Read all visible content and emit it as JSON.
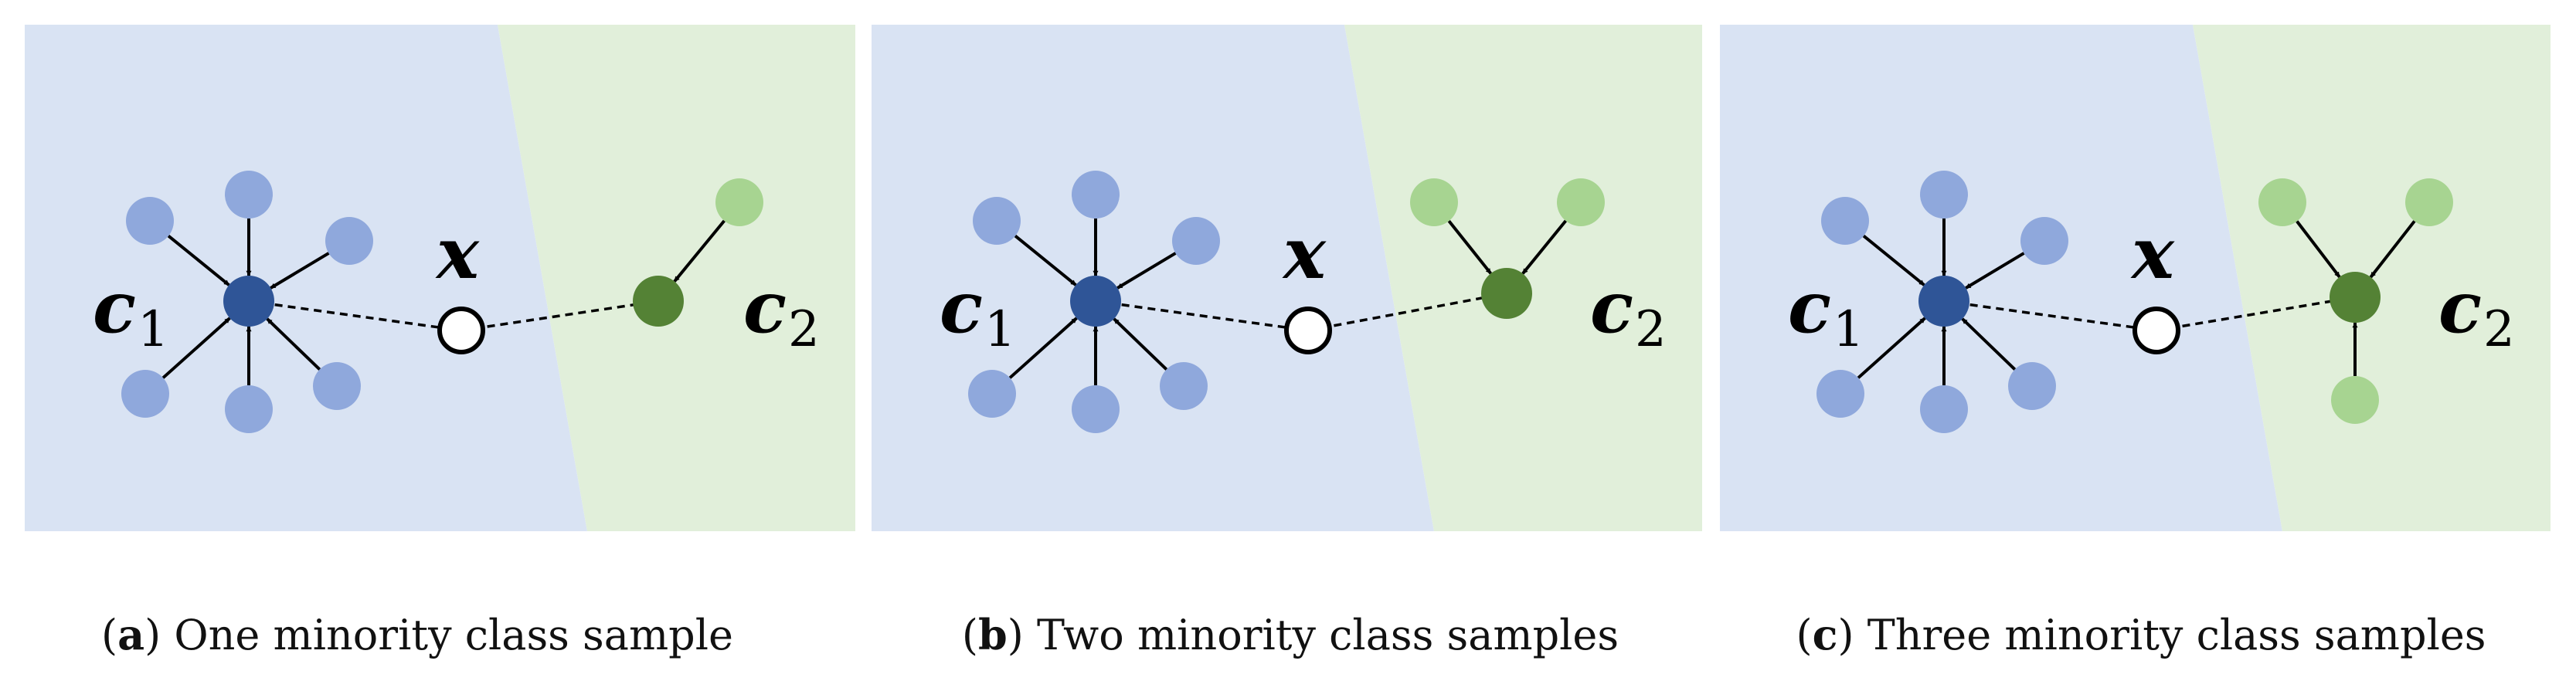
{
  "colors": {
    "region_majority": "#d9e3f3",
    "region_minority": "#e1efda",
    "majority_sample": "#8fa8dc",
    "majority_center": "#2f5597",
    "minority_sample": "#a7d491",
    "minority_center": "#548235",
    "query_point_fill": "#ffffff",
    "arrow": "#000000"
  },
  "icons": {
    "arrow": "arrow-right",
    "query_point": "hollow-circle"
  },
  "panels": [
    {
      "id": "a",
      "label_letter": "a",
      "caption": "One minority class sample",
      "center1_label": "c",
      "center1_sub": "1",
      "center2_label": "c",
      "center2_sub": "2",
      "query_label": "x",
      "minority_samples": 1
    },
    {
      "id": "b",
      "label_letter": "b",
      "caption": "Two minority class samples",
      "center1_label": "c",
      "center1_sub": "1",
      "center2_label": "c",
      "center2_sub": "2",
      "query_label": "x",
      "minority_samples": 2
    },
    {
      "id": "c",
      "label_letter": "c",
      "caption": "Three minority class samples",
      "center1_label": "c",
      "center1_sub": "1",
      "center2_label": "c",
      "center2_sub": "2",
      "query_label": "x",
      "minority_samples": 3
    }
  ]
}
